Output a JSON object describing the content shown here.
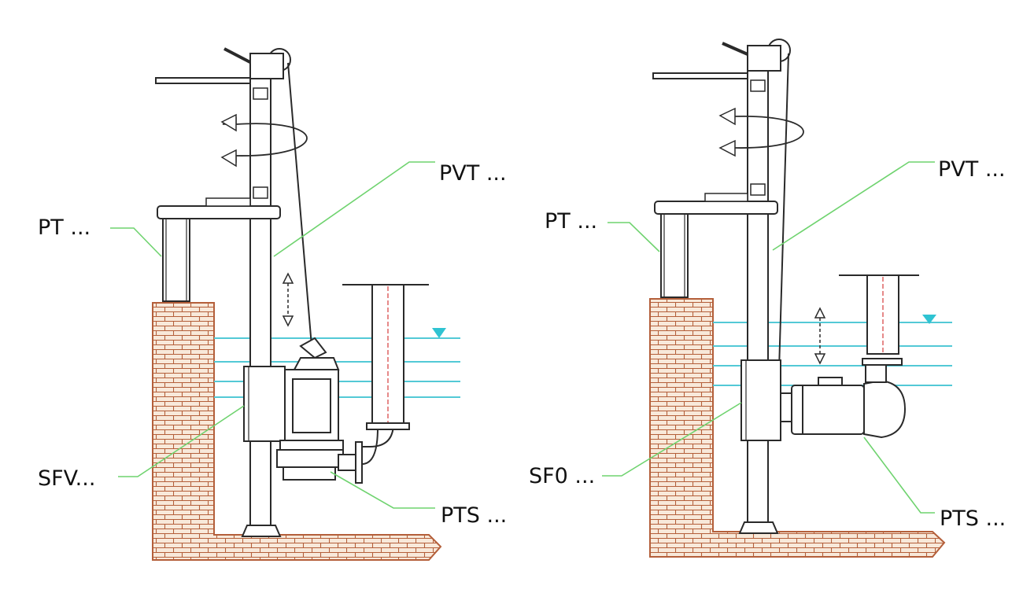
{
  "colors": {
    "line": "#2a2a2a",
    "leader": "#6fd36f",
    "water": "#53c9d6",
    "water_marker": "#2fc3d2",
    "brick_fill": "#f8e9da",
    "brick_line": "#b45f3a",
    "pipe_center": "#d84a4a"
  },
  "left": {
    "label_pt": "PT ...",
    "label_pvt": "PVT ...",
    "label_sfv": "SFV...",
    "label_pts": "PTS ..."
  },
  "right": {
    "label_pt": "PT ...",
    "label_pvt": "PVT ...",
    "label_sfo": "SF0 ...",
    "label_pts": "PTS ..."
  }
}
